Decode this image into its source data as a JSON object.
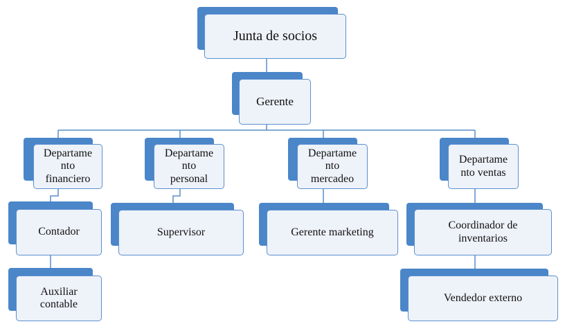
{
  "colors": {
    "accent": "#4a86c8",
    "box_fill": "#eef2f9",
    "box_border": "#5b8fd0",
    "line": "#5a8ec8"
  },
  "nodes": {
    "junta": "Junta de socios",
    "gerente": "Gerente",
    "financiero": "Departame\nnto\nfinanciero",
    "personal": "Departame\nnto\npersonal",
    "mercadeo": "Departame\nnto\nmercadeo",
    "ventas": "Departame\nnto ventas",
    "contador": "Contador",
    "supervisor": "Supervisor",
    "gerente_marketing": "Gerente marketing",
    "coordinador": "Coordinador de\ninventarios",
    "auxiliar": "Auxiliar\ncontable",
    "vendedor": "Vendedor externo"
  }
}
